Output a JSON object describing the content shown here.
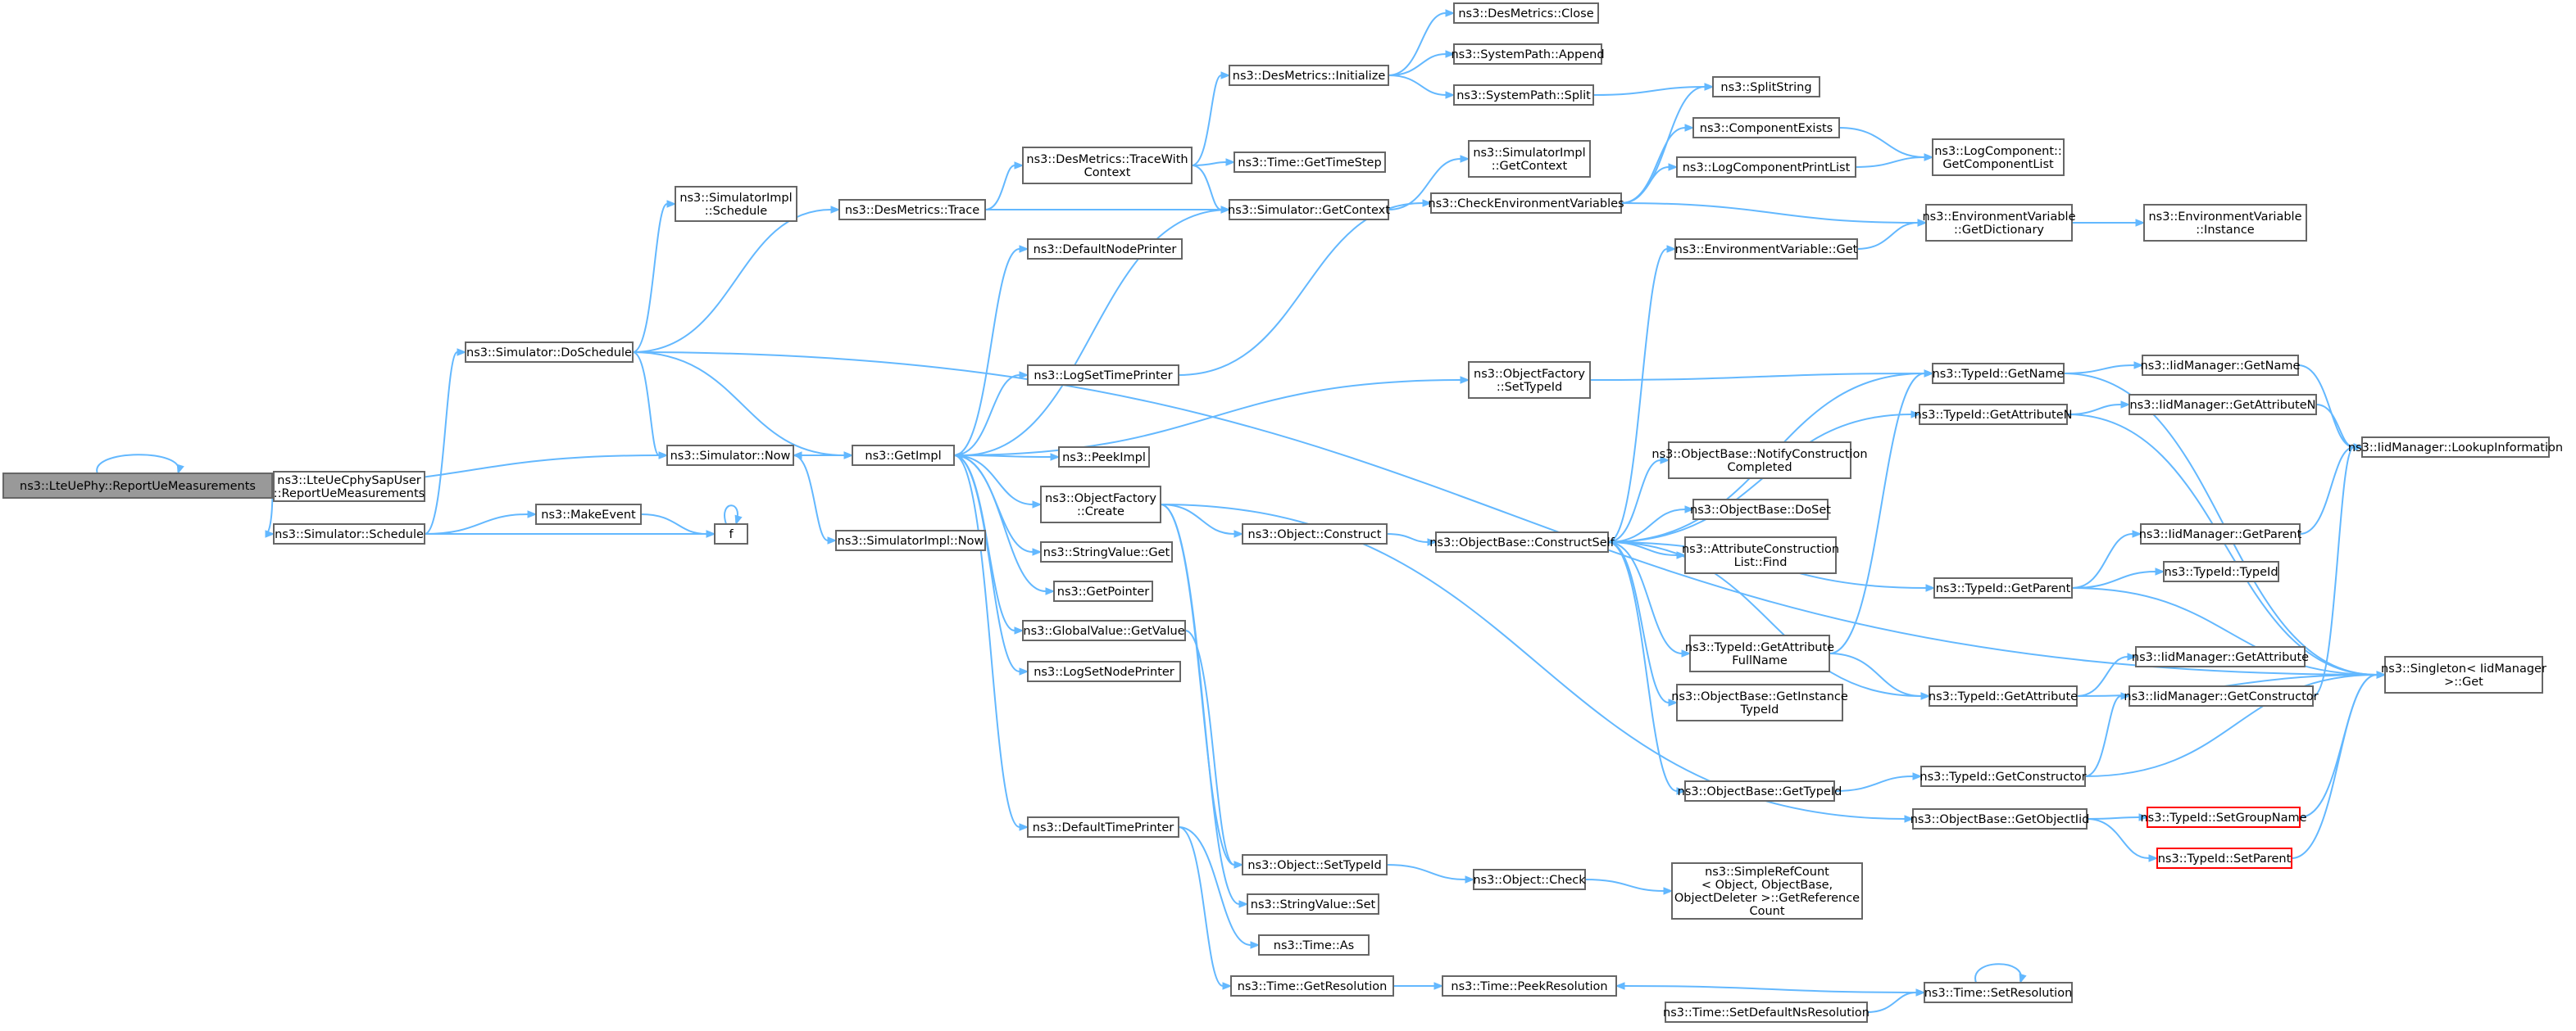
{
  "graph": {
    "nodes": [
      {
        "id": "root",
        "lines": [
          "ns3::LteUePhy::ReportUeMeasurements"
        ],
        "style": "root"
      },
      {
        "id": "cphy",
        "lines": [
          "ns3::LteUeCphySapUser",
          "::ReportUeMeasurements"
        ]
      },
      {
        "id": "sched",
        "lines": [
          "ns3::Simulator::Schedule"
        ]
      },
      {
        "id": "dosched",
        "lines": [
          "ns3::Simulator::DoSchedule"
        ]
      },
      {
        "id": "simimplsched",
        "lines": [
          "ns3::SimulatorImpl",
          "::Schedule"
        ]
      },
      {
        "id": "now",
        "lines": [
          "ns3::Simulator::Now"
        ]
      },
      {
        "id": "makeevent",
        "lines": [
          "ns3::MakeEvent"
        ]
      },
      {
        "id": "f",
        "lines": [
          "f"
        ]
      },
      {
        "id": "simimplnow",
        "lines": [
          "ns3::SimulatorImpl::Now"
        ]
      },
      {
        "id": "destrace",
        "lines": [
          "ns3::DesMetrics::Trace"
        ]
      },
      {
        "id": "getimpl",
        "lines": [
          "ns3::GetImpl"
        ]
      },
      {
        "id": "tracewith",
        "lines": [
          "ns3::DesMetrics::TraceWith",
          "Context"
        ]
      },
      {
        "id": "getcontext",
        "lines": [
          "ns3::Simulator::GetContext"
        ]
      },
      {
        "id": "defnodeprinter",
        "lines": [
          "ns3::DefaultNodePrinter"
        ]
      },
      {
        "id": "logsettime",
        "lines": [
          "ns3::LogSetTimePrinter"
        ]
      },
      {
        "id": "peekimpl",
        "lines": [
          "ns3::PeekImpl"
        ]
      },
      {
        "id": "objfactcreate",
        "lines": [
          "ns3::ObjectFactory",
          "::Create"
        ]
      },
      {
        "id": "strvalget",
        "lines": [
          "ns3::StringValue::Get"
        ]
      },
      {
        "id": "getpointer",
        "lines": [
          "ns3::GetPointer"
        ]
      },
      {
        "id": "globalvalget",
        "lines": [
          "ns3::GlobalValue::GetValue"
        ]
      },
      {
        "id": "logsetnode",
        "lines": [
          "ns3::LogSetNodePrinter"
        ]
      },
      {
        "id": "deftimeprinter",
        "lines": [
          "ns3::DefaultTimePrinter"
        ]
      },
      {
        "id": "desinit",
        "lines": [
          "ns3::DesMetrics::Initialize"
        ]
      },
      {
        "id": "desclose",
        "lines": [
          "ns3::DesMetrics::Close"
        ]
      },
      {
        "id": "sysappend",
        "lines": [
          "ns3::SystemPath::Append"
        ]
      },
      {
        "id": "syssplit",
        "lines": [
          "ns3::SystemPath::Split"
        ]
      },
      {
        "id": "gettimestep",
        "lines": [
          "ns3::Time::GetTimeStep"
        ]
      },
      {
        "id": "simimplgetctx",
        "lines": [
          "ns3::SimulatorImpl",
          "::GetContext"
        ]
      },
      {
        "id": "checkenv",
        "lines": [
          "ns3::CheckEnvironmentVariables"
        ]
      },
      {
        "id": "objfactset",
        "lines": [
          "ns3::ObjectFactory",
          "::SetTypeId"
        ]
      },
      {
        "id": "objconstruct",
        "lines": [
          "ns3::Object::Construct"
        ]
      },
      {
        "id": "objsettypeid",
        "lines": [
          "ns3::Object::SetTypeId"
        ]
      },
      {
        "id": "strvalset",
        "lines": [
          "ns3::StringValue::Set"
        ]
      },
      {
        "id": "timeas",
        "lines": [
          "ns3::Time::As"
        ]
      },
      {
        "id": "timegetres",
        "lines": [
          "ns3::Time::GetResolution"
        ]
      },
      {
        "id": "splitstring",
        "lines": [
          "ns3::SplitString"
        ]
      },
      {
        "id": "compexists",
        "lines": [
          "ns3::ComponentExists"
        ]
      },
      {
        "id": "logcompprint",
        "lines": [
          "ns3::LogComponentPrintList"
        ]
      },
      {
        "id": "envget",
        "lines": [
          "ns3::EnvironmentVariable::Get"
        ]
      },
      {
        "id": "constructself",
        "lines": [
          "ns3::ObjectBase::ConstructSelf"
        ]
      },
      {
        "id": "notifyconst",
        "lines": [
          "ns3::ObjectBase::NotifyConstruction",
          "Completed"
        ]
      },
      {
        "id": "doset",
        "lines": [
          "ns3::ObjectBase::DoSet"
        ]
      },
      {
        "id": "attrfind",
        "lines": [
          "ns3::AttributeConstruction",
          "List::Find"
        ]
      },
      {
        "id": "getattrfull",
        "lines": [
          "ns3::TypeId::GetAttribute",
          "FullName"
        ]
      },
      {
        "id": "getinsttid",
        "lines": [
          "ns3::ObjectBase::GetInstance",
          "TypeId"
        ]
      },
      {
        "id": "obgettypeid",
        "lines": [
          "ns3::ObjectBase::GetTypeId"
        ]
      },
      {
        "id": "objcheck",
        "lines": [
          "ns3::Object::Check"
        ]
      },
      {
        "id": "peekres",
        "lines": [
          "ns3::Time::PeekResolution"
        ]
      },
      {
        "id": "setdefres",
        "lines": [
          "ns3::Time::SetDefaultNsResolution"
        ]
      },
      {
        "id": "logcompget",
        "lines": [
          "ns3::LogComponent::",
          "GetComponentList"
        ]
      },
      {
        "id": "envgetdict",
        "lines": [
          "ns3::EnvironmentVariable",
          "::GetDictionary"
        ]
      },
      {
        "id": "tidgetname",
        "lines": [
          "ns3::TypeId::GetName"
        ]
      },
      {
        "id": "tidgetattrn",
        "lines": [
          "ns3::TypeId::GetAttributeN"
        ]
      },
      {
        "id": "tidgetparent",
        "lines": [
          "ns3::TypeId::GetParent"
        ]
      },
      {
        "id": "tidgetattr",
        "lines": [
          "ns3::TypeId::GetAttribute"
        ]
      },
      {
        "id": "tidgetctor",
        "lines": [
          "ns3::TypeId::GetConstructor"
        ]
      },
      {
        "id": "obgetobjtid",
        "lines": [
          "ns3::ObjectBase::GetObjectIid"
        ]
      },
      {
        "id": "simplerefcount",
        "lines": [
          "ns3::SimpleRefCount",
          "< Object, ObjectBase,",
          "ObjectDeleter >::GetReference",
          "Count"
        ]
      },
      {
        "id": "timesetres",
        "lines": [
          "ns3::Time::SetResolution"
        ]
      },
      {
        "id": "envinstance",
        "lines": [
          "ns3::EnvironmentVariable",
          "::Instance"
        ]
      },
      {
        "id": "iidgetname",
        "lines": [
          "ns3::IidManager::GetName"
        ]
      },
      {
        "id": "iidgetattrn",
        "lines": [
          "ns3::IidManager::GetAttributeN"
        ]
      },
      {
        "id": "iidgetparent",
        "lines": [
          "ns3::IidManager::GetParent"
        ]
      },
      {
        "id": "tidtypeid",
        "lines": [
          "ns3::TypeId::TypeId"
        ]
      },
      {
        "id": "iidgetattr",
        "lines": [
          "ns3::IidManager::GetAttribute"
        ]
      },
      {
        "id": "iidgetctor",
        "lines": [
          "ns3::IidManager::GetConstructor"
        ]
      },
      {
        "id": "setgroupname",
        "lines": [
          "ns3::TypeId::SetGroupName"
        ],
        "style": "red"
      },
      {
        "id": "setparent",
        "lines": [
          "ns3::TypeId::SetParent"
        ],
        "style": "red"
      },
      {
        "id": "lookupinfo",
        "lines": [
          "ns3::IidManager::LookupInformation"
        ]
      },
      {
        "id": "singletonget",
        "lines": [
          "ns3::Singleton< IidManager",
          ">::Get"
        ]
      }
    ],
    "edges": [
      [
        "root",
        "root"
      ],
      [
        "root",
        "cphy"
      ],
      [
        "root",
        "now"
      ],
      [
        "root",
        "sched"
      ],
      [
        "sched",
        "dosched"
      ],
      [
        "sched",
        "makeevent"
      ],
      [
        "sched",
        "f"
      ],
      [
        "dosched",
        "simimplsched"
      ],
      [
        "dosched",
        "destrace"
      ],
      [
        "dosched",
        "now"
      ],
      [
        "dosched",
        "getimpl"
      ],
      [
        "dosched",
        "singletonget"
      ],
      [
        "now",
        "simimplnow"
      ],
      [
        "now",
        "getimpl"
      ],
      [
        "makeevent",
        "f"
      ],
      [
        "f",
        "f"
      ],
      [
        "destrace",
        "tracewith"
      ],
      [
        "destrace",
        "getcontext"
      ],
      [
        "tracewith",
        "desinit"
      ],
      [
        "tracewith",
        "gettimestep"
      ],
      [
        "tracewith",
        "getcontext"
      ],
      [
        "desinit",
        "desclose"
      ],
      [
        "desinit",
        "sysappend"
      ],
      [
        "desinit",
        "syssplit"
      ],
      [
        "syssplit",
        "splitstring"
      ],
      [
        "getcontext",
        "simimplgetctx"
      ],
      [
        "getcontext",
        "getimpl"
      ],
      [
        "getimpl",
        "defnodeprinter"
      ],
      [
        "getimpl",
        "logsettime"
      ],
      [
        "getimpl",
        "objfactset"
      ],
      [
        "getimpl",
        "peekimpl"
      ],
      [
        "getimpl",
        "objfactcreate"
      ],
      [
        "getimpl",
        "strvalget"
      ],
      [
        "getimpl",
        "getpointer"
      ],
      [
        "getimpl",
        "globalvalget"
      ],
      [
        "getimpl",
        "logsetnode"
      ],
      [
        "getimpl",
        "deftimeprinter"
      ],
      [
        "getimpl",
        "now"
      ],
      [
        "logsettime",
        "checkenv"
      ],
      [
        "checkenv",
        "splitstring"
      ],
      [
        "checkenv",
        "compexists"
      ],
      [
        "checkenv",
        "logcompprint"
      ],
      [
        "checkenv",
        "envgetdict"
      ],
      [
        "compexists",
        "logcompget"
      ],
      [
        "logcompprint",
        "logcompget"
      ],
      [
        "envget",
        "envgetdict"
      ],
      [
        "envgetdict",
        "envinstance"
      ],
      [
        "objfactset",
        "tidgetname"
      ],
      [
        "objfactcreate",
        "objconstruct"
      ],
      [
        "objfactcreate",
        "objsettypeid"
      ],
      [
        "objfactcreate",
        "strvalset"
      ],
      [
        "objfactcreate",
        "obgetobjtid"
      ],
      [
        "objconstruct",
        "constructself"
      ],
      [
        "constructself",
        "envget"
      ],
      [
        "constructself",
        "tidgetname"
      ],
      [
        "constructself",
        "tidgetattrn"
      ],
      [
        "constructself",
        "notifyconst"
      ],
      [
        "constructself",
        "doset"
      ],
      [
        "constructself",
        "attrfind"
      ],
      [
        "constructself",
        "tidgetparent"
      ],
      [
        "constructself",
        "getattrfull"
      ],
      [
        "constructself",
        "getinsttid"
      ],
      [
        "constructself",
        "tidgetattr"
      ],
      [
        "constructself",
        "obgettypeid"
      ],
      [
        "getattrfull",
        "tidgetname"
      ],
      [
        "getattrfull",
        "tidgetattr"
      ],
      [
        "globalvalget",
        "objsettypeid"
      ],
      [
        "objsettypeid",
        "objcheck"
      ],
      [
        "objcheck",
        "simplerefcount"
      ],
      [
        "deftimeprinter",
        "timeas"
      ],
      [
        "deftimeprinter",
        "timegetres"
      ],
      [
        "timegetres",
        "peekres"
      ],
      [
        "timesetres",
        "timesetres"
      ],
      [
        "timesetres",
        "peekres"
      ],
      [
        "setdefres",
        "timesetres"
      ],
      [
        "tidgetname",
        "iidgetname"
      ],
      [
        "tidgetname",
        "singletonget"
      ],
      [
        "tidgetattrn",
        "iidgetattrn"
      ],
      [
        "tidgetattrn",
        "singletonget"
      ],
      [
        "tidgetparent",
        "iidgetparent"
      ],
      [
        "tidgetparent",
        "tidtypeid"
      ],
      [
        "tidgetparent",
        "singletonget"
      ],
      [
        "tidgetattr",
        "iidgetattr"
      ],
      [
        "tidgetattr",
        "singletonget"
      ],
      [
        "tidgetctor",
        "iidgetctor"
      ],
      [
        "tidgetctor",
        "singletonget"
      ],
      [
        "obgettypeid",
        "tidgetctor"
      ],
      [
        "obgetobjtid",
        "setgroupname"
      ],
      [
        "obgetobjtid",
        "setparent"
      ],
      [
        "iidgetname",
        "lookupinfo"
      ],
      [
        "iidgetattrn",
        "lookupinfo"
      ],
      [
        "iidgetparent",
        "lookupinfo"
      ],
      [
        "iidgetctor",
        "lookupinfo"
      ],
      [
        "setgroupname",
        "singletonget"
      ],
      [
        "setparent",
        "singletonget"
      ]
    ]
  }
}
